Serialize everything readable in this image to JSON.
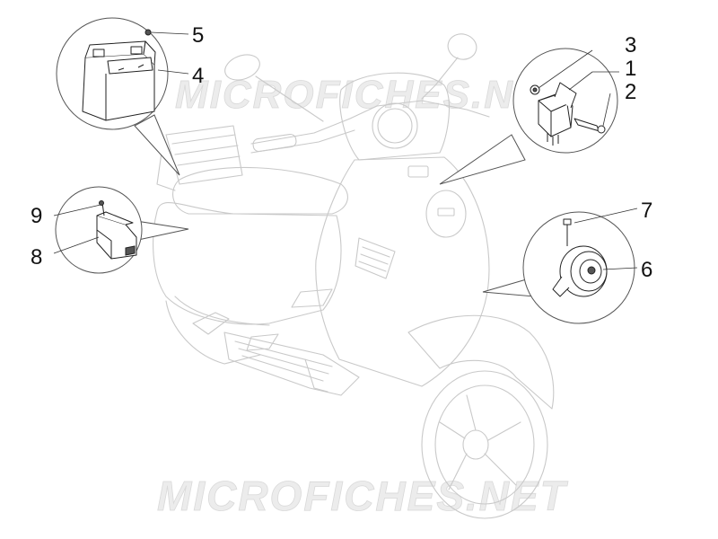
{
  "watermarks": {
    "top": "MICROFICHES.NET",
    "bottom": "MICROFICHES.NET"
  },
  "callouts": {
    "n1": "1",
    "n2": "2",
    "n3": "3",
    "n4": "4",
    "n5": "5",
    "n6": "6",
    "n7": "7",
    "n8": "8",
    "n9": "9"
  },
  "colors": {
    "ghost_line": "#c9c9c9",
    "part_line": "#222222",
    "background": "#ffffff"
  }
}
